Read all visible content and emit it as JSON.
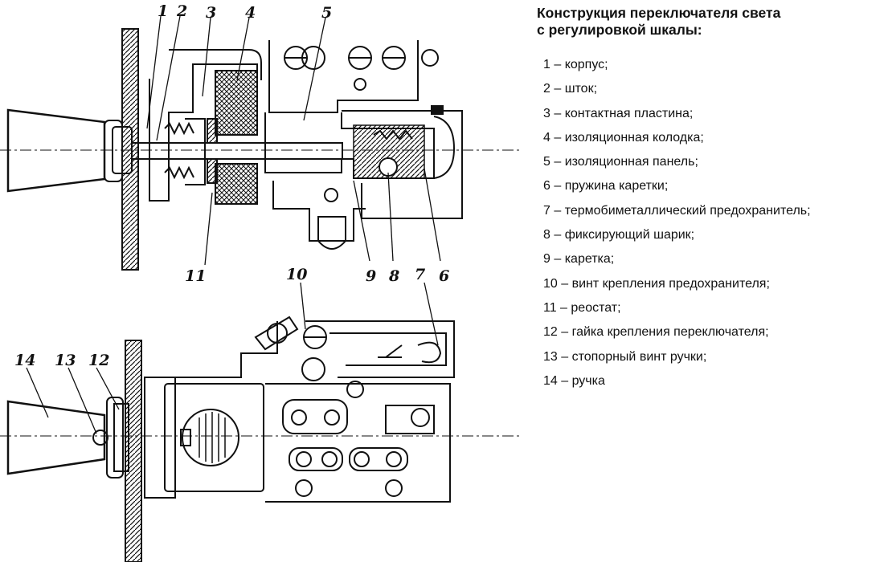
{
  "legend": {
    "title_line1": "Конструкция переключателя света",
    "title_line2": "с регулировкой шкалы:",
    "items": [
      "1 – корпус;",
      "2 – шток;",
      "3 – контактная пластина;",
      "4 – изоляционная колодка;",
      "5 – изоляционная панель;",
      "6 – пружина каретки;",
      "7 – термобиметаллический предохранитель;",
      "8 – фиксирующий шарик;",
      "9 – каретка;",
      "10 – винт крепления предохранителя;",
      "11 – реостат;",
      "12 – гайка крепления переключателя;",
      "13 – стопорный винт ручки;",
      "14 – ручка"
    ]
  },
  "callouts": {
    "c1": "1",
    "c2": "2",
    "c3": "3",
    "c4": "4",
    "c5": "5",
    "c6": "6",
    "c7": "7",
    "c8": "8",
    "c9": "9",
    "c10": "10",
    "c11": "11",
    "c12": "12",
    "c13": "13",
    "c14": "14"
  }
}
